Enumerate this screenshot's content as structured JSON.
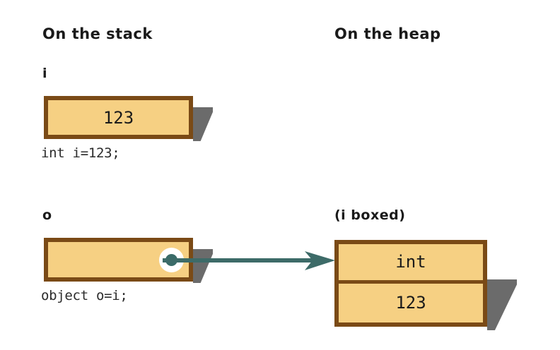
{
  "diagram": {
    "title_semantic": "boxing-diagram",
    "background_color": "#ffffff",
    "columns": {
      "stack": {
        "header": "On the stack"
      },
      "heap": {
        "header": "On the heap"
      }
    },
    "stack_entries": [
      {
        "variable_label": "i",
        "box_value": "123",
        "caption": "int i=123;",
        "has_pointer": false
      },
      {
        "variable_label": "o",
        "box_value": "",
        "caption": "object o=i;",
        "has_pointer": true
      }
    ],
    "heap_entries": [
      {
        "label": "(i boxed)",
        "cells": [
          {
            "text": "int"
          },
          {
            "text": "123"
          }
        ]
      }
    ],
    "arrow": {
      "semantic": "reference-arrow",
      "from": "o",
      "to": "(i boxed)",
      "color": "#3d6b68"
    },
    "colors": {
      "box_fill": "#f6d083",
      "box_border": "#7a4a16",
      "shadow": "#6b6b6b",
      "pointer_dot": "#3a6b68",
      "text": "#1a1a1a"
    }
  }
}
